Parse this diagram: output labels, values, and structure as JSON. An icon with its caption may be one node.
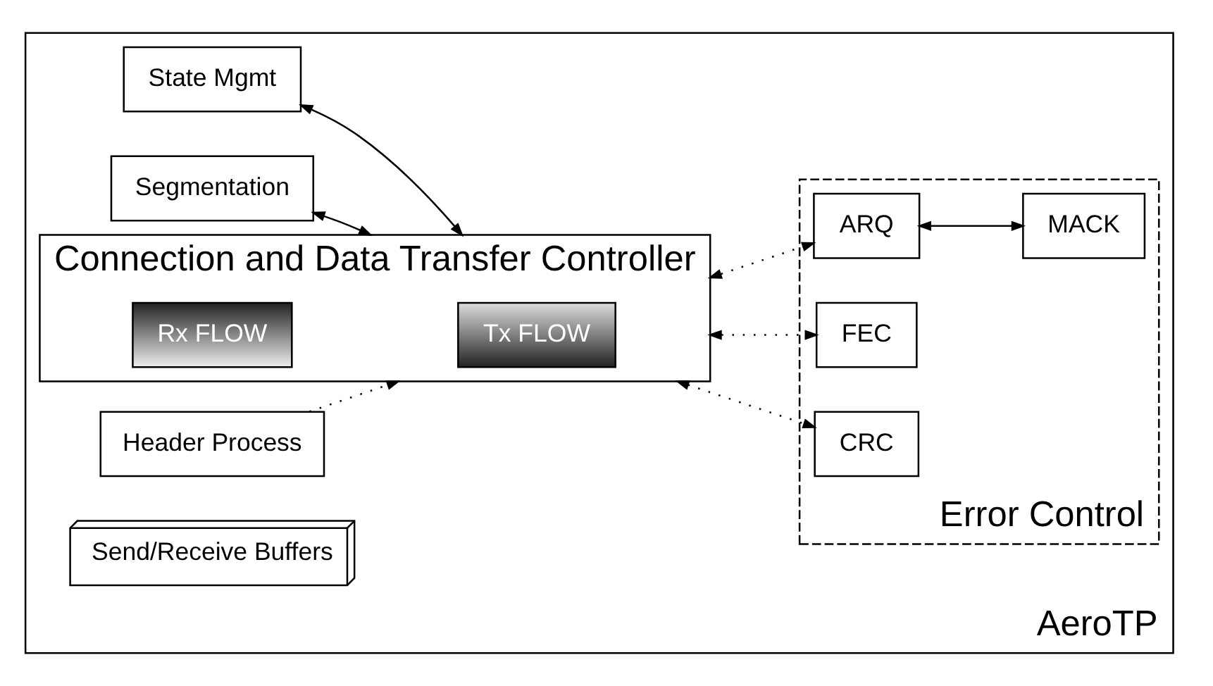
{
  "diagram": {
    "nodes": [
      {
        "text": [
          "AeroTP"
        ]
      },
      {
        "text": [
          "State Mgmt"
        ],
        "in": 0
      },
      {
        "text": [
          "Segmentation"
        ],
        "in": 0
      },
      {
        "text": [
          "Header Process"
        ],
        "in": 0
      },
      {
        "text": [
          "Connection and Data Transfer Controller"
        ],
        "in": 0
      },
      {
        "text": [
          "Tx FLOW"
        ],
        "in": 4
      },
      {
        "text": [
          "Rx FLOW"
        ],
        "in": 4
      },
      {
        "text": [
          "Error Control"
        ],
        "in": 0
      },
      {
        "text": [
          "ARQ"
        ],
        "in": 7
      },
      {
        "text": [
          "MACK"
        ],
        "in": 7
      },
      {
        "text": [
          "FEC"
        ],
        "in": 7
      },
      {
        "text": [
          "CRC"
        ],
        "in": 7
      },
      {
        "text": [
          "Send/Receive Buffers"
        ],
        "in": 0
      }
    ],
    "edges": [
      {
        "from": 1,
        "to": 4,
        "arrow": "both"
      },
      {
        "from": 2,
        "to": 4,
        "arrow": "both"
      },
      {
        "from": 3,
        "to": 4,
        "arrow": "to",
        "style": "dashed"
      },
      {
        "from": 4,
        "to": 8,
        "arrow": "both",
        "style": "dashed"
      },
      {
        "from": 8,
        "to": 9,
        "arrow": "both"
      },
      {
        "from": 4,
        "to": 10,
        "arrow": "both",
        "style": "dashed"
      },
      {
        "from": 4,
        "to": 11,
        "arrow": "both",
        "style": "dashed"
      }
    ]
  }
}
